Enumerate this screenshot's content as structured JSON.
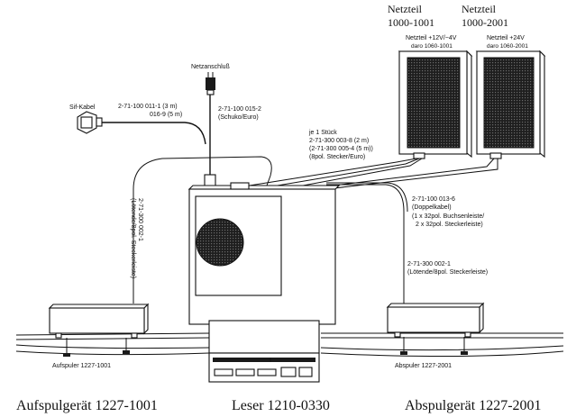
{
  "headers": {
    "psu1_name": "Netzteil",
    "psu1_number": "1000-1001",
    "psu2_name": "Netzteil",
    "psu2_number": "1000-2001"
  },
  "psu_labels": {
    "psu1_line1": "Netzteil +12V/−4V",
    "psu1_line2": "daro 1060-1001",
    "psu2_line1": "Netzteil +24V",
    "psu2_line2": "daro 1060-2001"
  },
  "mains": {
    "label": "Netzanschluß",
    "cable_line1": "2-71-100 015-2",
    "cable_line2": "(Schuko/Euro)"
  },
  "sif": {
    "label": "Sif-Kabel",
    "cable_line1": "2-71-100 011-1  (3 m)",
    "cable_line2": "016-9  (5 m)"
  },
  "center_cables": {
    "line1": "je 1 Stück",
    "line2": "2-71-300 003-8  (2 m)",
    "line3": "(2-71-300 005-4  (5 m))",
    "line4": "(8pol. Stecker/Euro)"
  },
  "double_cable": {
    "line1": "2-71-100 013-6",
    "line2": "(Doppelkabel)",
    "line3": "(1 x 32pol. Buchsenleiste/",
    "line4": "2 x 32pol. Steckerleiste)"
  },
  "right_cable": {
    "line1": "2-71-300 002-1",
    "line2": "(Lötende/8pol. Steckerleiste)"
  },
  "left_cable": {
    "line1": "2-71-300 002-1",
    "line2": "(Lötende/8pol. Steckerleiste)"
  },
  "unit_labels": {
    "left_small": "Aufspuler 1227-1001",
    "right_small": "Abspuler 1227-2001"
  },
  "captions": {
    "left": "Aufspulgerät  1227-1001",
    "center": "Leser 1210-0330",
    "right": "Abspulgerät 1227-2001"
  }
}
